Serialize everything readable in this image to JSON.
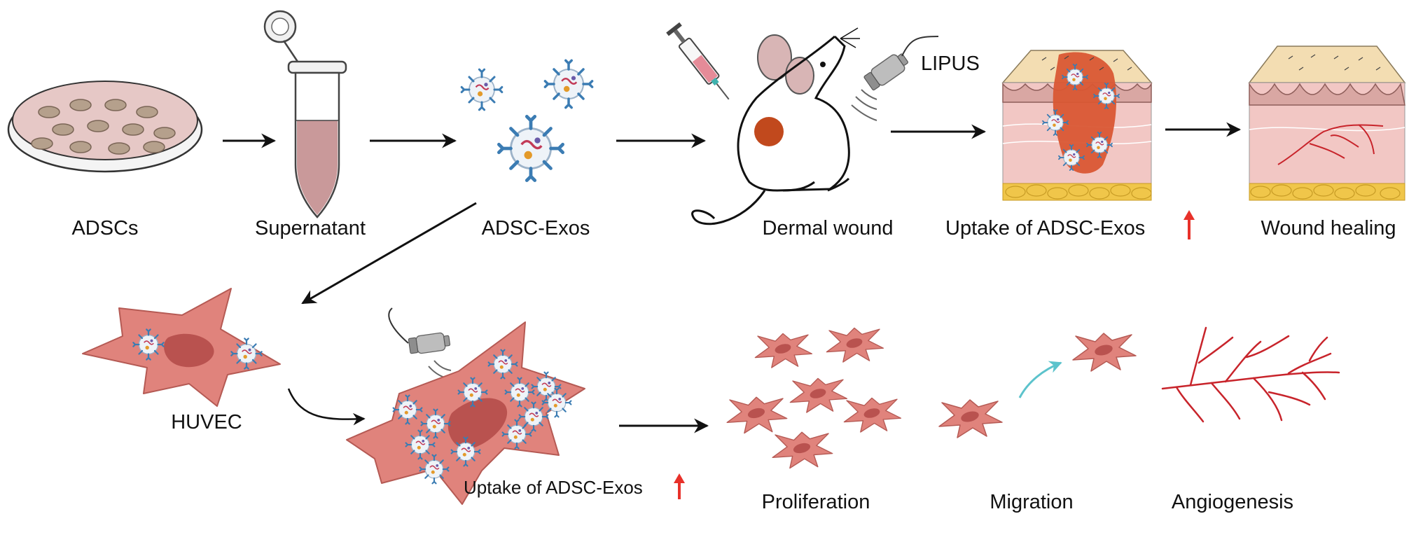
{
  "labels": {
    "adscs": "ADSCs",
    "supernatant": "Supernatant",
    "adsc_exos": "ADSC-Exos",
    "dermal_wound": "Dermal wound",
    "lipus": "LIPUS",
    "uptake_top": "Uptake of ADSC-Exos",
    "wound_healing": "Wound healing",
    "huvec": "HUVEC",
    "uptake_bottom": "Uptake of ADSC-Exos",
    "proliferation": "Proliferation",
    "migration": "Migration",
    "angiogenesis": "Angiogenesis"
  },
  "colors": {
    "cell": "#E0837C",
    "cell_stroke": "#B55A54",
    "nucleus": "#B9524F",
    "exo_spike": "#3B7CB3",
    "skin_top": "#F3DDB2",
    "skin_mid": "#F2C7C4",
    "fat": "#F0C64A",
    "wound": "#D95734",
    "up_arrow": "#E8312A",
    "teal_arrow": "#5CC3CC",
    "vessel": "#C8242B"
  }
}
